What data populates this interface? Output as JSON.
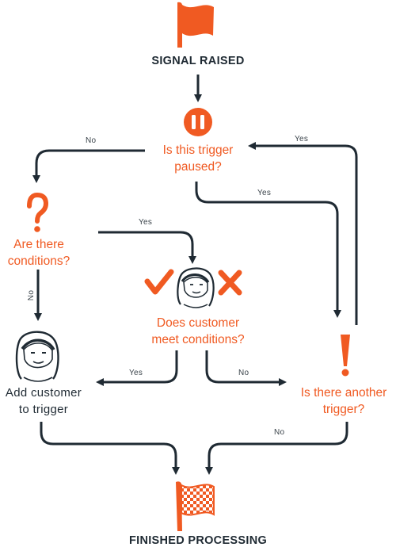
{
  "colors": {
    "accent": "#f05a22",
    "line": "#1f2a33",
    "background": "#ffffff"
  },
  "nodes": {
    "signal_raised": "SIGNAL RAISED",
    "trigger_paused": {
      "line1": "Is this trigger",
      "line2": "paused?"
    },
    "are_conditions": {
      "line1": "Are there",
      "line2": "conditions?"
    },
    "meet_conditions": {
      "line1": "Does customer",
      "line2": "meet conditions?"
    },
    "add_customer": {
      "line1": "Add customer",
      "line2": "to trigger"
    },
    "another_trigger": {
      "line1": "Is there another",
      "line2": "trigger?"
    },
    "finished": "FINISHED PROCESSING"
  },
  "edges": {
    "paused_no": "No",
    "paused_yes": "Yes",
    "another_yes": "Yes",
    "conditions_yes": "Yes",
    "conditions_no": "No",
    "meet_yes": "Yes",
    "meet_no": "No",
    "another_no": "No"
  },
  "icons": {
    "start": "red-flag-icon",
    "paused": "pause-icon",
    "question": "question-mark-icon",
    "exclamation": "exclamation-mark-icon",
    "check": "check-mark-icon",
    "cross": "cross-mark-icon",
    "customer": "customer-face-icon",
    "finish": "checkered-flag-icon"
  }
}
